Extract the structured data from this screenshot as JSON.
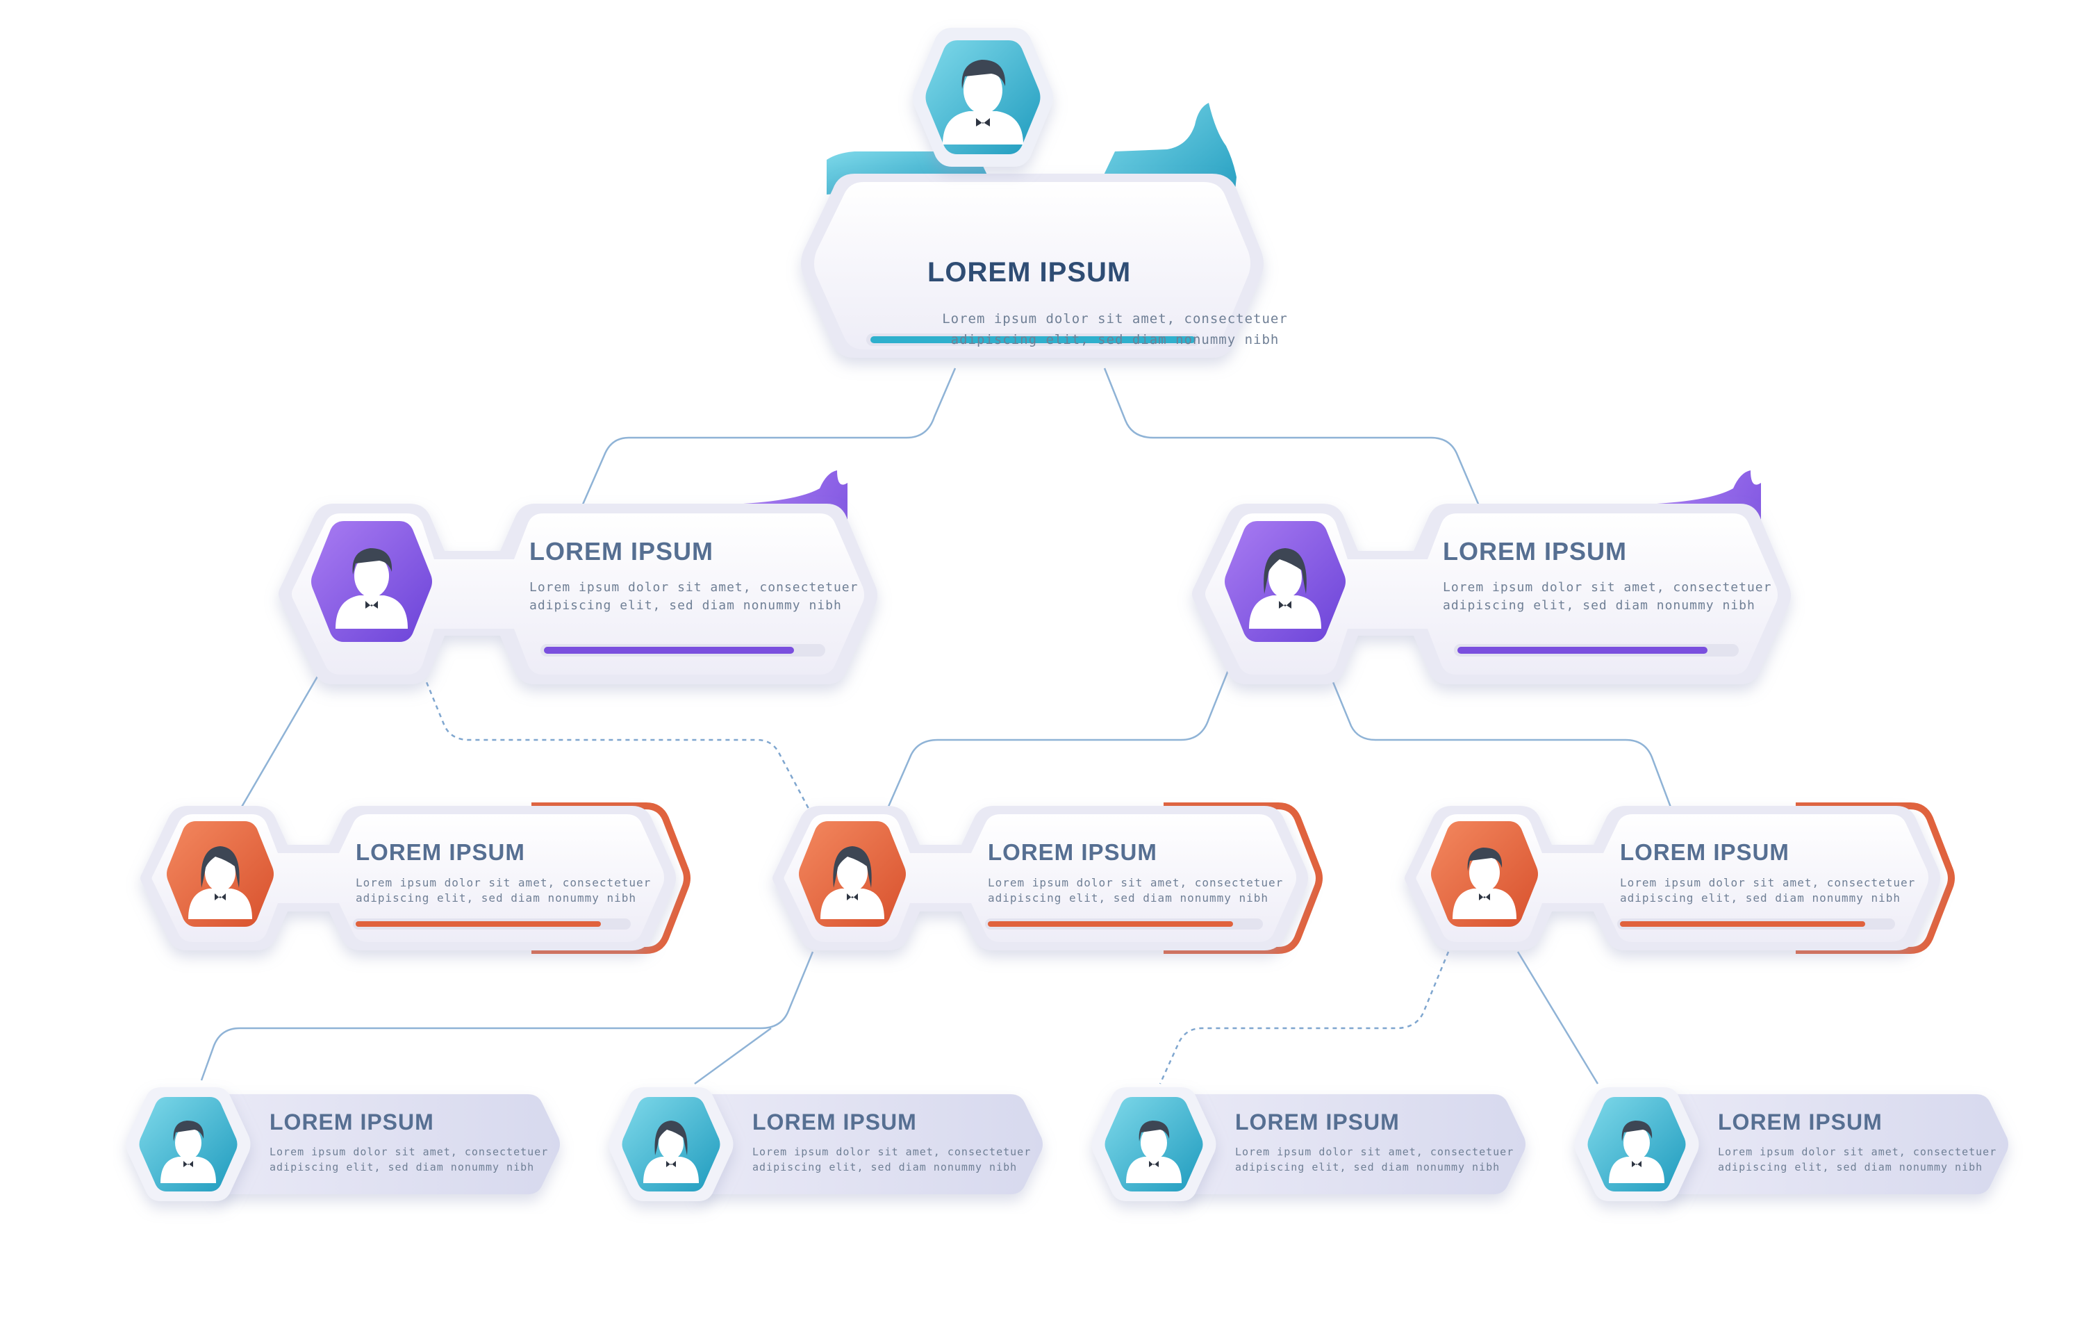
{
  "colors": {
    "teal": "#35b2cf",
    "purple": "#7e52e0",
    "orange": "#e4643f",
    "connector": "#8fb3d6",
    "card": "#f3f1fa",
    "avatar_hair": "#3d4654"
  },
  "icons": {
    "person": "person-avatar-icon"
  },
  "top": {
    "title": "LOREM IPSUM",
    "desc1": "Lorem ipsum dolor sit amet, consectetuer",
    "desc2": "adipiscing elit, sed diam nonummy nibh",
    "progress": 1.0
  },
  "level2": [
    {
      "title": "LOREM IPSUM",
      "desc1": "Lorem ipsum dolor sit amet, consectetuer",
      "desc2": "adipiscing elit, sed diam nonummy nibh",
      "progress": 0.9
    },
    {
      "title": "LOREM IPSUM",
      "desc1": "Lorem ipsum dolor sit amet, consectetuer",
      "desc2": "adipiscing elit, sed diam nonummy nibh",
      "progress": 0.9
    }
  ],
  "level3": [
    {
      "title": "LOREM IPSUM",
      "desc1": "Lorem ipsum dolor sit amet, consectetuer",
      "desc2": "adipiscing elit, sed diam nonummy nibh",
      "progress": 0.9
    },
    {
      "title": "LOREM IPSUM",
      "desc1": "Lorem ipsum dolor sit amet, consectetuer",
      "desc2": "adipiscing elit, sed diam nonummy nibh",
      "progress": 0.9
    },
    {
      "title": "LOREM IPSUM",
      "desc1": "Lorem ipsum dolor sit amet, consectetuer",
      "desc2": "adipiscing elit, sed diam nonummy nibh",
      "progress": 0.9
    }
  ],
  "level4": [
    {
      "title": "LOREM IPSUM",
      "desc1": "Lorem ipsum dolor sit amet, consectetuer",
      "desc2": "adipiscing elit, sed diam nonummy nibh"
    },
    {
      "title": "LOREM IPSUM",
      "desc1": "Lorem ipsum dolor sit amet, consectetuer",
      "desc2": "adipiscing elit, sed diam nonummy nibh"
    },
    {
      "title": "LOREM IPSUM",
      "desc1": "Lorem ipsum dolor sit amet, consectetuer",
      "desc2": "adipiscing elit, sed diam nonummy nibh"
    },
    {
      "title": "LOREM IPSUM",
      "desc1": "Lorem ipsum dolor sit amet, consectetuer",
      "desc2": "adipiscing elit, sed diam nonummy nibh"
    }
  ]
}
